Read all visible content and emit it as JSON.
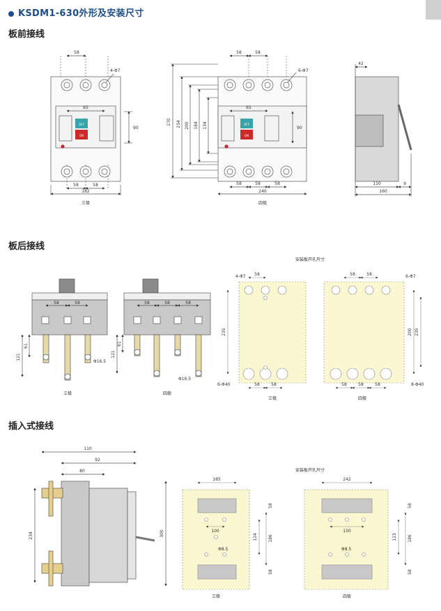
{
  "header": {
    "title": "KSDM1-630外形及安装尺寸"
  },
  "sections": {
    "front": "板前接线",
    "rear": "板后接线",
    "plugin": "插入式接线"
  },
  "front_labels": {
    "d58a": "58",
    "hole4": "4-Φ7",
    "d65a": "65",
    "d90a": "90",
    "d58b": "58",
    "d58c": "58",
    "d182": "182",
    "cap3": "三极",
    "d58d": "58",
    "d58e": "58",
    "hole6": "6-Φ7",
    "d65b": "65",
    "d90b": "90",
    "v270": "270",
    "v234": "234",
    "v200": "200",
    "v184": "184",
    "v134": "134",
    "d58f": "58",
    "d58g": "58",
    "d58h": "58",
    "d240": "240",
    "cap4": "四极",
    "d42": "42",
    "d110": "110",
    "d9": "9",
    "d160": "160"
  },
  "rear_labels": {
    "r3_58a": "58",
    "r3_58b": "58",
    "r3_121": "121",
    "r3_61": "61",
    "r3_hole": "Φ16.5",
    "cap3": "三极",
    "r4_58a": "58",
    "r4_58b": "58",
    "r4_58c": "58",
    "r4_121": "121",
    "r4_61": "61",
    "r4_hole": "Φ16.5",
    "cap4": "四极",
    "panel_title": "安装板开孔尺寸",
    "p3_58": "58",
    "p3_4": "4-Φ7",
    "p3_235": "235",
    "p3_6": "6-Φ40",
    "p3_58b": "58",
    "p3_58c": "58",
    "pcap3": "三极",
    "p4_58a": "58",
    "p4_58b": "58",
    "p4_6": "6-Φ7",
    "p4_235": "235",
    "p4_200": "200",
    "p4_8": "8-Φ40",
    "p4_58c": "58",
    "p4_58d": "58",
    "p4_58e": "58",
    "pcap4": "四极"
  },
  "plugin_labels": {
    "d110": "110",
    "d92": "92",
    "d80": "80",
    "d234": "234",
    "d300": "300",
    "panel_title": "安装板开孔尺寸",
    "a185": "185",
    "a100": "100",
    "a65": "Φ8.5",
    "a58": "58",
    "a124": "124",
    "a186": "186",
    "a58b": "58",
    "cap3": "三极",
    "b242": "242",
    "b150": "150",
    "b65": "Φ8.5",
    "b58": "58",
    "b123": "123",
    "b186": "186",
    "b58b": "58",
    "cap4": "四极"
  },
  "button_labels": {
    "off": "OFF",
    "on": "ON"
  },
  "colors": {
    "title": "#1f4e8c",
    "panel": "#fbf7d0",
    "off": "#38a3a8",
    "on": "#cc2a2a",
    "rearbody": "#c9c9c9"
  }
}
